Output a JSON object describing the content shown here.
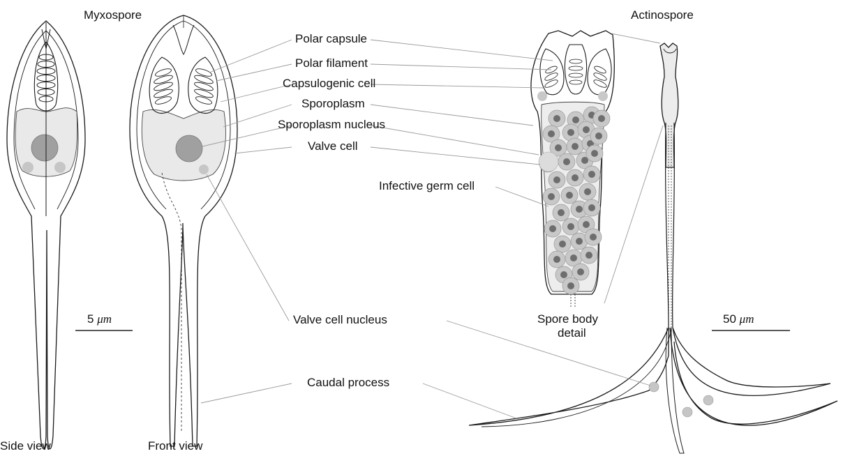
{
  "headings": {
    "myxospore": "Myxospore",
    "actinospore": "Actinospore"
  },
  "labels": {
    "polar_capsule": "Polar capsule",
    "polar_filament": "Polar filament",
    "capsulogenic_cell": "Capsulogenic cell",
    "sporoplasm": "Sporoplasm",
    "sporoplasm_nucleus": "Sporoplasm nucleus",
    "valve_cell": "Valve cell",
    "infective_germ_cell": "Infective germ cell",
    "valve_cell_nucleus": "Valve cell nucleus",
    "caudal_process": "Caudal process"
  },
  "view_labels": {
    "side_view": "Side view",
    "front_view": "Front view",
    "spore_body_detail_line1": "Spore body",
    "spore_body_detail_line2": "detail"
  },
  "scale_bars": {
    "myxo_value": "5",
    "myxo_unit": "μm",
    "actino_value": "50",
    "actino_unit": "μm"
  },
  "colors": {
    "outline": "#1a1a1a",
    "leader": "#9a9a9a",
    "sporoplasm_fill": "#e9e9e9",
    "nucleus_fill": "#a0a0a0",
    "germ_cell_fill": "#c8c8c8",
    "germ_nucleus_fill": "#6e6e6e"
  }
}
